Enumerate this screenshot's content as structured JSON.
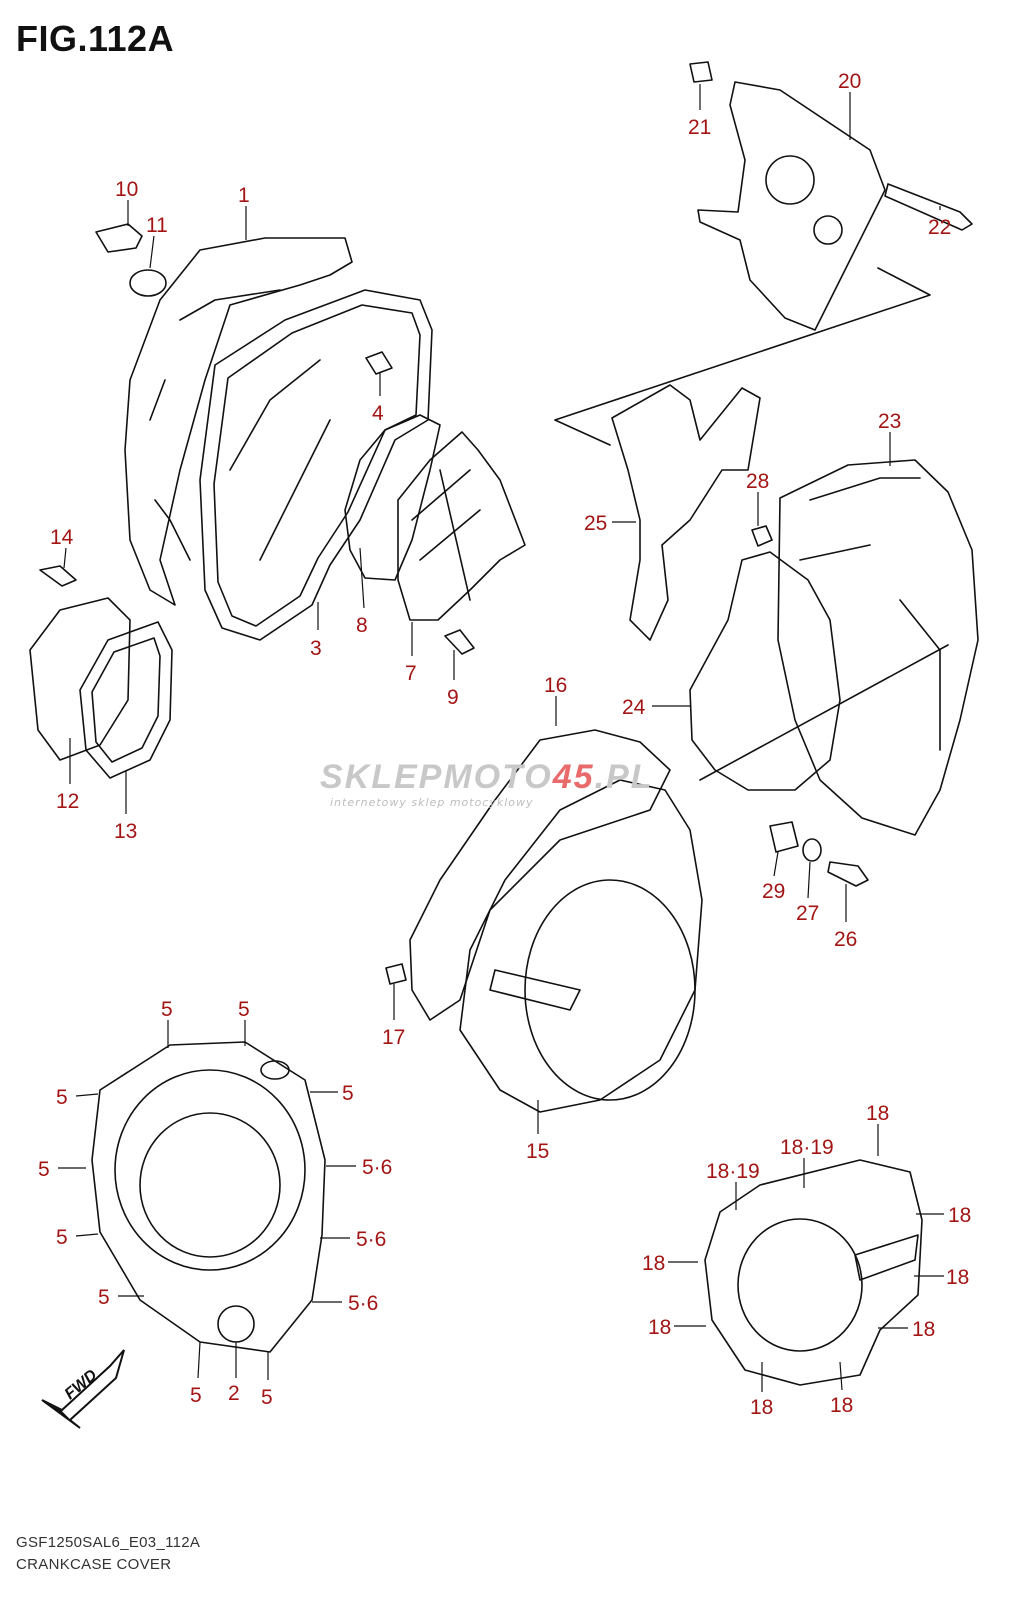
{
  "figure_title": "FIG.112A",
  "footer": {
    "code": "GSF1250SAL6_E03_112A",
    "caption": "CRANKCASE COVER"
  },
  "watermark": {
    "brand_gray": "SKLEPMOTO",
    "brand_red": "45",
    "brand_tail": ".PL",
    "tagline": "internetowy sklep motocyklowy"
  },
  "fwd_label": "FWD",
  "callouts": [
    "1",
    "2",
    "3",
    "4",
    "5",
    "5",
    "5",
    "5",
    "5",
    "5",
    "5",
    "5",
    "5",
    "5·6",
    "5·6",
    "5·6",
    "7",
    "8",
    "9",
    "10",
    "11",
    "12",
    "13",
    "14",
    "15",
    "16",
    "17",
    "18",
    "18",
    "18",
    "18",
    "18",
    "18",
    "18",
    "18",
    "18·19",
    "18·19",
    "20",
    "21",
    "22",
    "23",
    "24",
    "25",
    "26",
    "27",
    "28",
    "29"
  ],
  "colors": {
    "callout": "#a31515",
    "line": "#111111",
    "watermark_red": "#e86a6a"
  }
}
